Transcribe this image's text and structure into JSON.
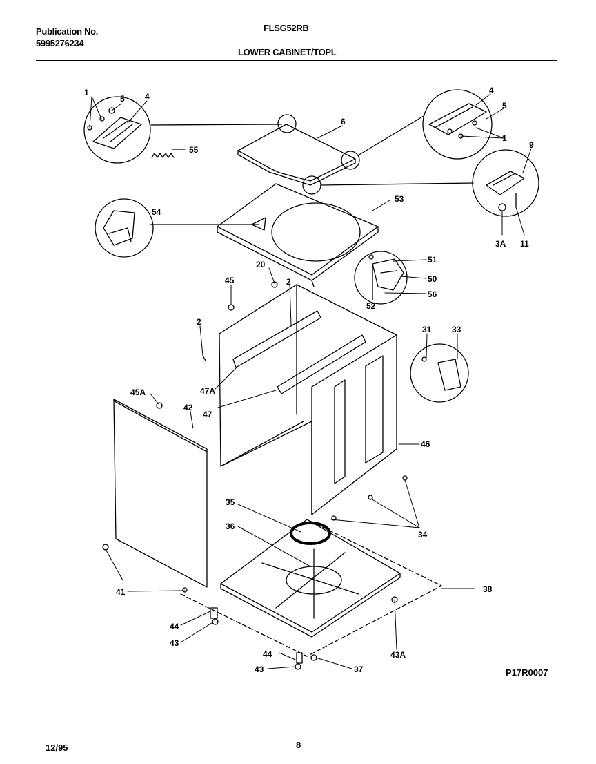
{
  "header": {
    "publication_label": "Publication No.",
    "publication_number": "5995276234",
    "model": "FLSG52RB",
    "section_title": "LOWER CABINET/TOPL"
  },
  "diagram": {
    "callouts": [
      "1",
      "5",
      "4",
      "55",
      "6",
      "4",
      "5",
      "1",
      "9",
      "53",
      "54",
      "3A",
      "11",
      "20",
      "45",
      "2",
      "51",
      "50",
      "56",
      "52",
      "2",
      "31",
      "33",
      "47A",
      "47",
      "45A",
      "42",
      "46",
      "35",
      "36",
      "34",
      "41",
      "38",
      "44",
      "43",
      "44",
      "43",
      "37",
      "43A"
    ]
  },
  "footer": {
    "reference_code": "P17R0007",
    "date": "12/95",
    "page_number": "8"
  }
}
